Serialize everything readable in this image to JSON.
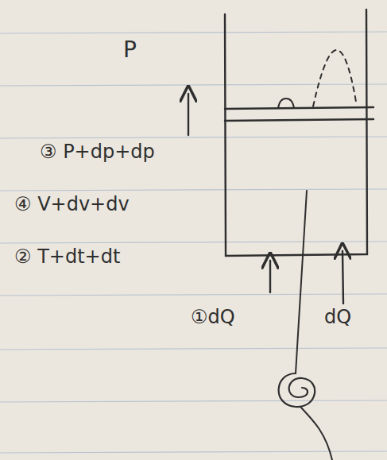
{
  "diagram": {
    "labels": [
      "P",
      "③ P+dp+dp",
      "④ V+dv+dv",
      "② T+dt+dt",
      "①dQ",
      "dQ"
    ]
  }
}
